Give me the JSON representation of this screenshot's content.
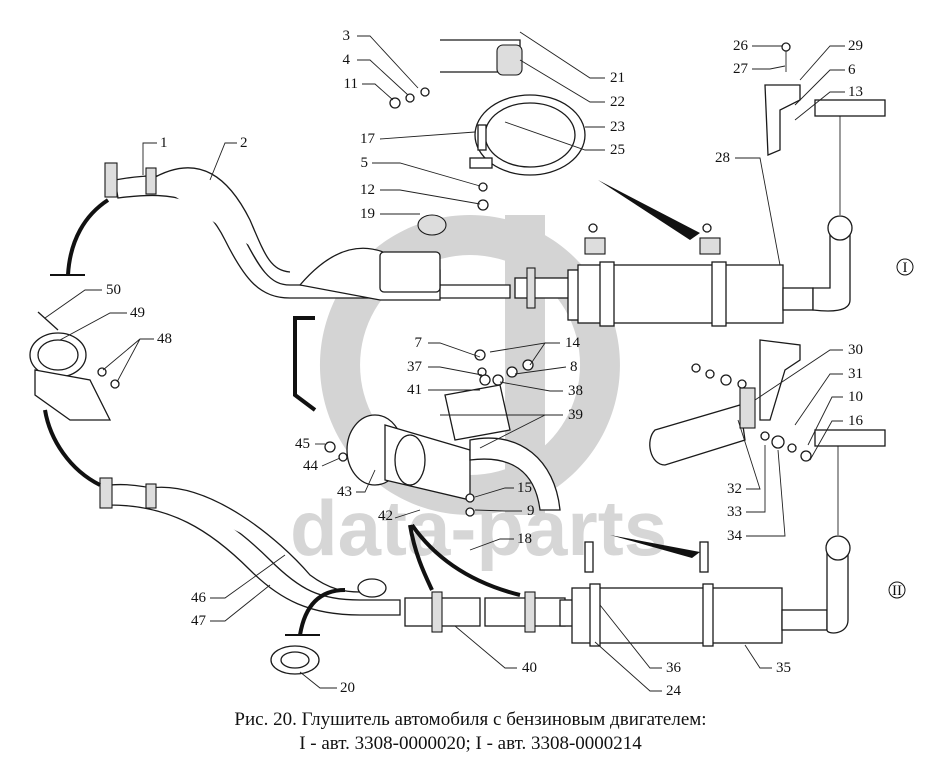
{
  "figure": {
    "caption_line1": "Рис. 20. Глушитель автомобиля с бензиновым двигателем:",
    "caption_line2": "I - авт. 3308-0000020; I - авт. 3308-0000214",
    "variant_markers": [
      "I",
      "II"
    ],
    "watermark": "data-parts"
  },
  "callouts": [
    "1",
    "2",
    "3",
    "4",
    "5",
    "6",
    "7",
    "8",
    "9",
    "10",
    "11",
    "12",
    "13",
    "14",
    "15",
    "16",
    "17",
    "18",
    "19",
    "20",
    "21",
    "22",
    "23",
    "24",
    "25",
    "26",
    "27",
    "28",
    "29",
    "30",
    "31",
    "32",
    "33",
    "34",
    "35",
    "36",
    "37",
    "38",
    "39",
    "40",
    "41",
    "42",
    "43",
    "44",
    "45",
    "46",
    "47",
    "48",
    "49",
    "50"
  ]
}
